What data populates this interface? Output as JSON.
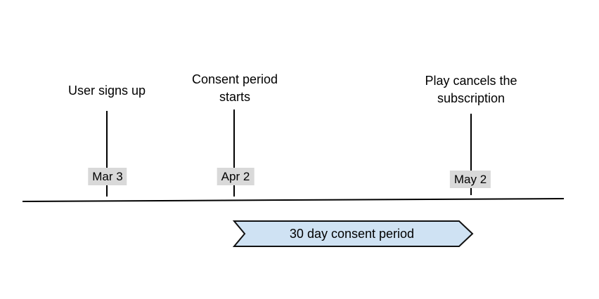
{
  "diagram": {
    "events": [
      {
        "label": "User signs up",
        "date": "Mar 3"
      },
      {
        "label": "Consent period starts",
        "date": "Apr 2"
      },
      {
        "label": "Play cancels the subscription",
        "date": "May 2"
      }
    ],
    "ribbon": {
      "label": "30 day consent period"
    },
    "colors": {
      "ribbon_fill": "#cfe2f3",
      "ribbon_border": "#111111",
      "date_badge_bg": "#d9d9d9",
      "axis_line": "#000000",
      "text": "#000000"
    }
  }
}
